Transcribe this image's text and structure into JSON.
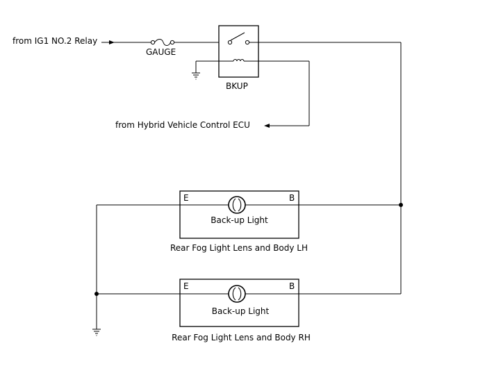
{
  "inputs": {
    "ig1": "from IG1 NO.2 Relay",
    "hybrid": "from Hybrid Vehicle Control ECU"
  },
  "fuse": {
    "label": "GAUGE"
  },
  "relay": {
    "label": "BKUP"
  },
  "lamps": [
    {
      "terminal_e": "E",
      "terminal_b": "B",
      "bulb_label": "Back-up Light",
      "caption": "Rear Fog Light Lens and Body LH"
    },
    {
      "terminal_e": "E",
      "terminal_b": "B",
      "bulb_label": "Back-up Light",
      "caption": "Rear Fog Light Lens and Body RH"
    }
  ]
}
